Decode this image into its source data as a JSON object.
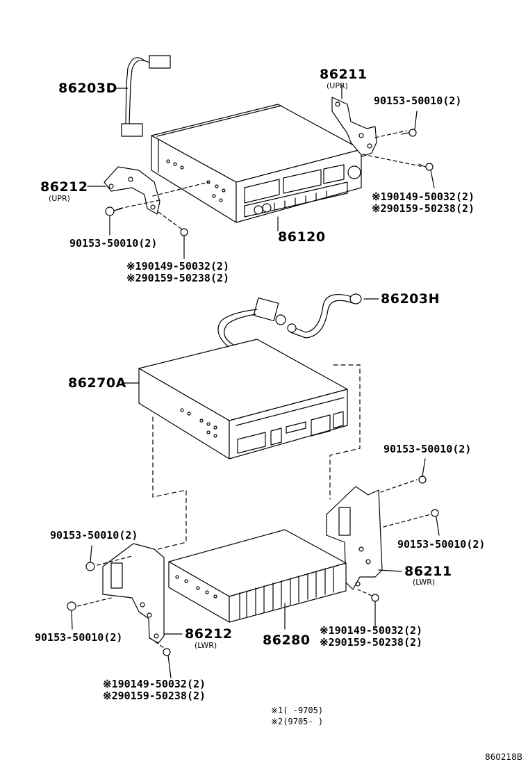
{
  "labels": {
    "p86203D": "86203D",
    "p86211_upr": "86211",
    "upr": "(UPR)",
    "bolt_top_right": "90153-50010(2)",
    "p86212_upr": "86212",
    "upr2": "(UPR)",
    "screw_tr_1": "※190149-50032(2)",
    "screw_tr_2": "※290159-50238(2)",
    "bolt_top_left": "90153-50010(2)",
    "p86120": "86120",
    "screw_tl_1": "※190149-50032(2)",
    "screw_tl_2": "※290159-50238(2)",
    "p86203H": "86203H",
    "p86270A": "86270A",
    "bolt_mid_right": "90153-50010(2)",
    "bolt_lwr_left_top": "90153-50010(2)",
    "bolt_lwr_right": "90153-50010(2)",
    "p86211_lwr": "86211",
    "lwr": "(LWR)",
    "bolt_lwr_left_bot": "90153-50010(2)",
    "p86212_lwr": "86212",
    "lwr2": "(LWR)",
    "p86280": "86280",
    "screw_br_1": "※190149-50032(2)",
    "screw_br_2": "※290159-50238(2)",
    "screw_bl_1": "※190149-50032(2)",
    "screw_bl_2": "※290159-50238(2)",
    "note1": "※1(    -9705)",
    "note2": "※2(9705-    )",
    "figure_code": "860218B"
  }
}
